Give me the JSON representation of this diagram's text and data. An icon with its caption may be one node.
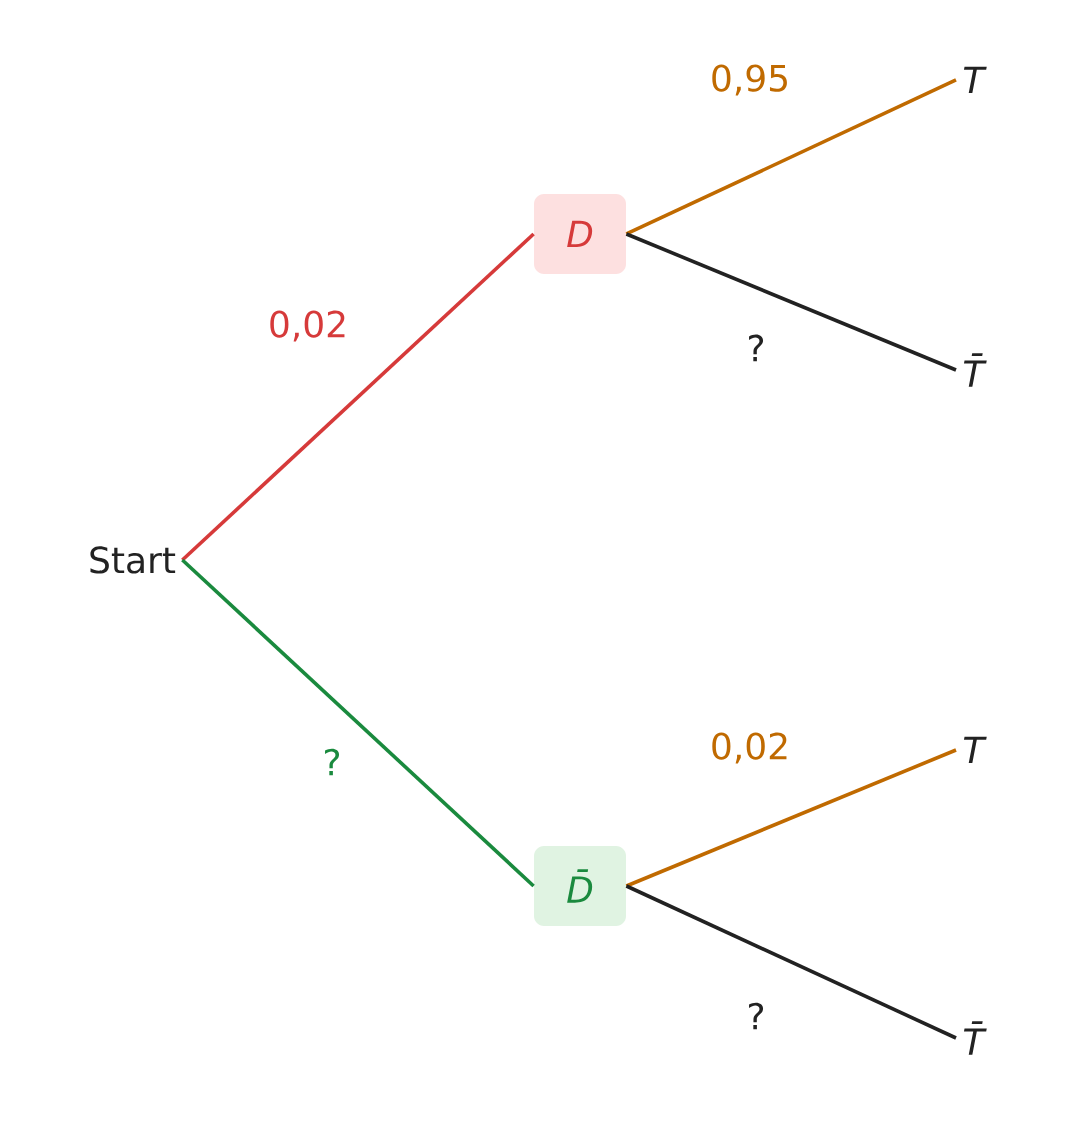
{
  "diagram": {
    "nodes": [
      {
        "text": [
          "Start"
        ]
      },
      {
        "text": [
          "D"
        ]
      },
      {
        "text": [
          "T"
        ]
      },
      {
        "text": [
          "T̄"
        ]
      },
      {
        "text": [
          "D̄"
        ]
      },
      {
        "text": [
          "T"
        ]
      },
      {
        "text": [
          "T̄"
        ]
      }
    ],
    "edges": [
      {
        "from": 0,
        "to": 1,
        "arrow": "none",
        "label": "0,02",
        "color": "#d63a3a"
      },
      {
        "from": 0,
        "to": 4,
        "arrow": "none",
        "label": "?",
        "color": "#1a8a3e"
      },
      {
        "from": 1,
        "to": 2,
        "arrow": "none",
        "label": "0,95",
        "color": "#c06a00"
      },
      {
        "from": 1,
        "to": 3,
        "arrow": "none",
        "label": "?",
        "color": "#222222"
      },
      {
        "from": 4,
        "to": 5,
        "arrow": "none",
        "label": "0,02",
        "color": "#c06a00"
      },
      {
        "from": 4,
        "to": 6,
        "arrow": "none",
        "label": "?",
        "color": "#222222"
      }
    ]
  }
}
